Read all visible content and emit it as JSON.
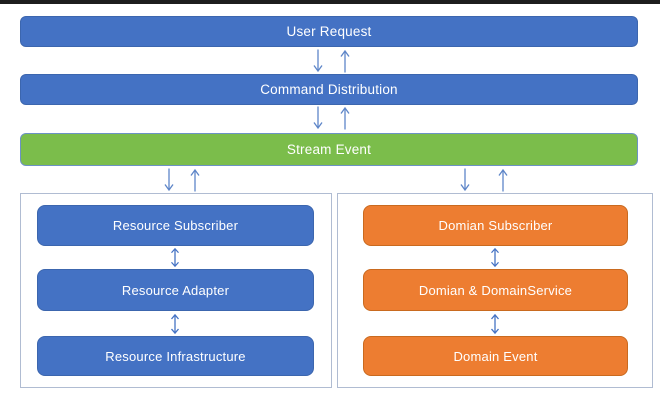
{
  "diagram": {
    "flow_nodes": [
      {
        "id": "user-request",
        "label": "User Request",
        "color": "#4472C4"
      },
      {
        "id": "command-distribution",
        "label": "Command Distribution",
        "color": "#4472C4"
      },
      {
        "id": "stream-event",
        "label": "Stream Event",
        "color": "#7BBD4B"
      }
    ],
    "panels": [
      {
        "name": "resource-layer",
        "box_color": "#4472C4",
        "items": [
          {
            "label": "Resource Subscriber"
          },
          {
            "label": "Resource Adapter"
          },
          {
            "label": "Resource Infrastructure"
          }
        ]
      },
      {
        "name": "domain-layer",
        "box_color": "#ED7D31",
        "items": [
          {
            "label": "Domian Subscriber"
          },
          {
            "label": "Domian & DomainService"
          },
          {
            "label": "Domain Event"
          }
        ]
      }
    ],
    "connectors": {
      "between_bars": "bidirectional (separate down and up arrows)",
      "between_stacked_nodes": "double-headed vertical arrows"
    },
    "colors": {
      "blue": "#4472C4",
      "green": "#7BBD4B",
      "green_border": "#6C92C4",
      "orange": "#ED7D31",
      "orange_border": "#C96A1F",
      "arrow": "#5E86C8",
      "panel_border": "#B0BCD2",
      "top_strip": "#1d1d1d"
    }
  }
}
